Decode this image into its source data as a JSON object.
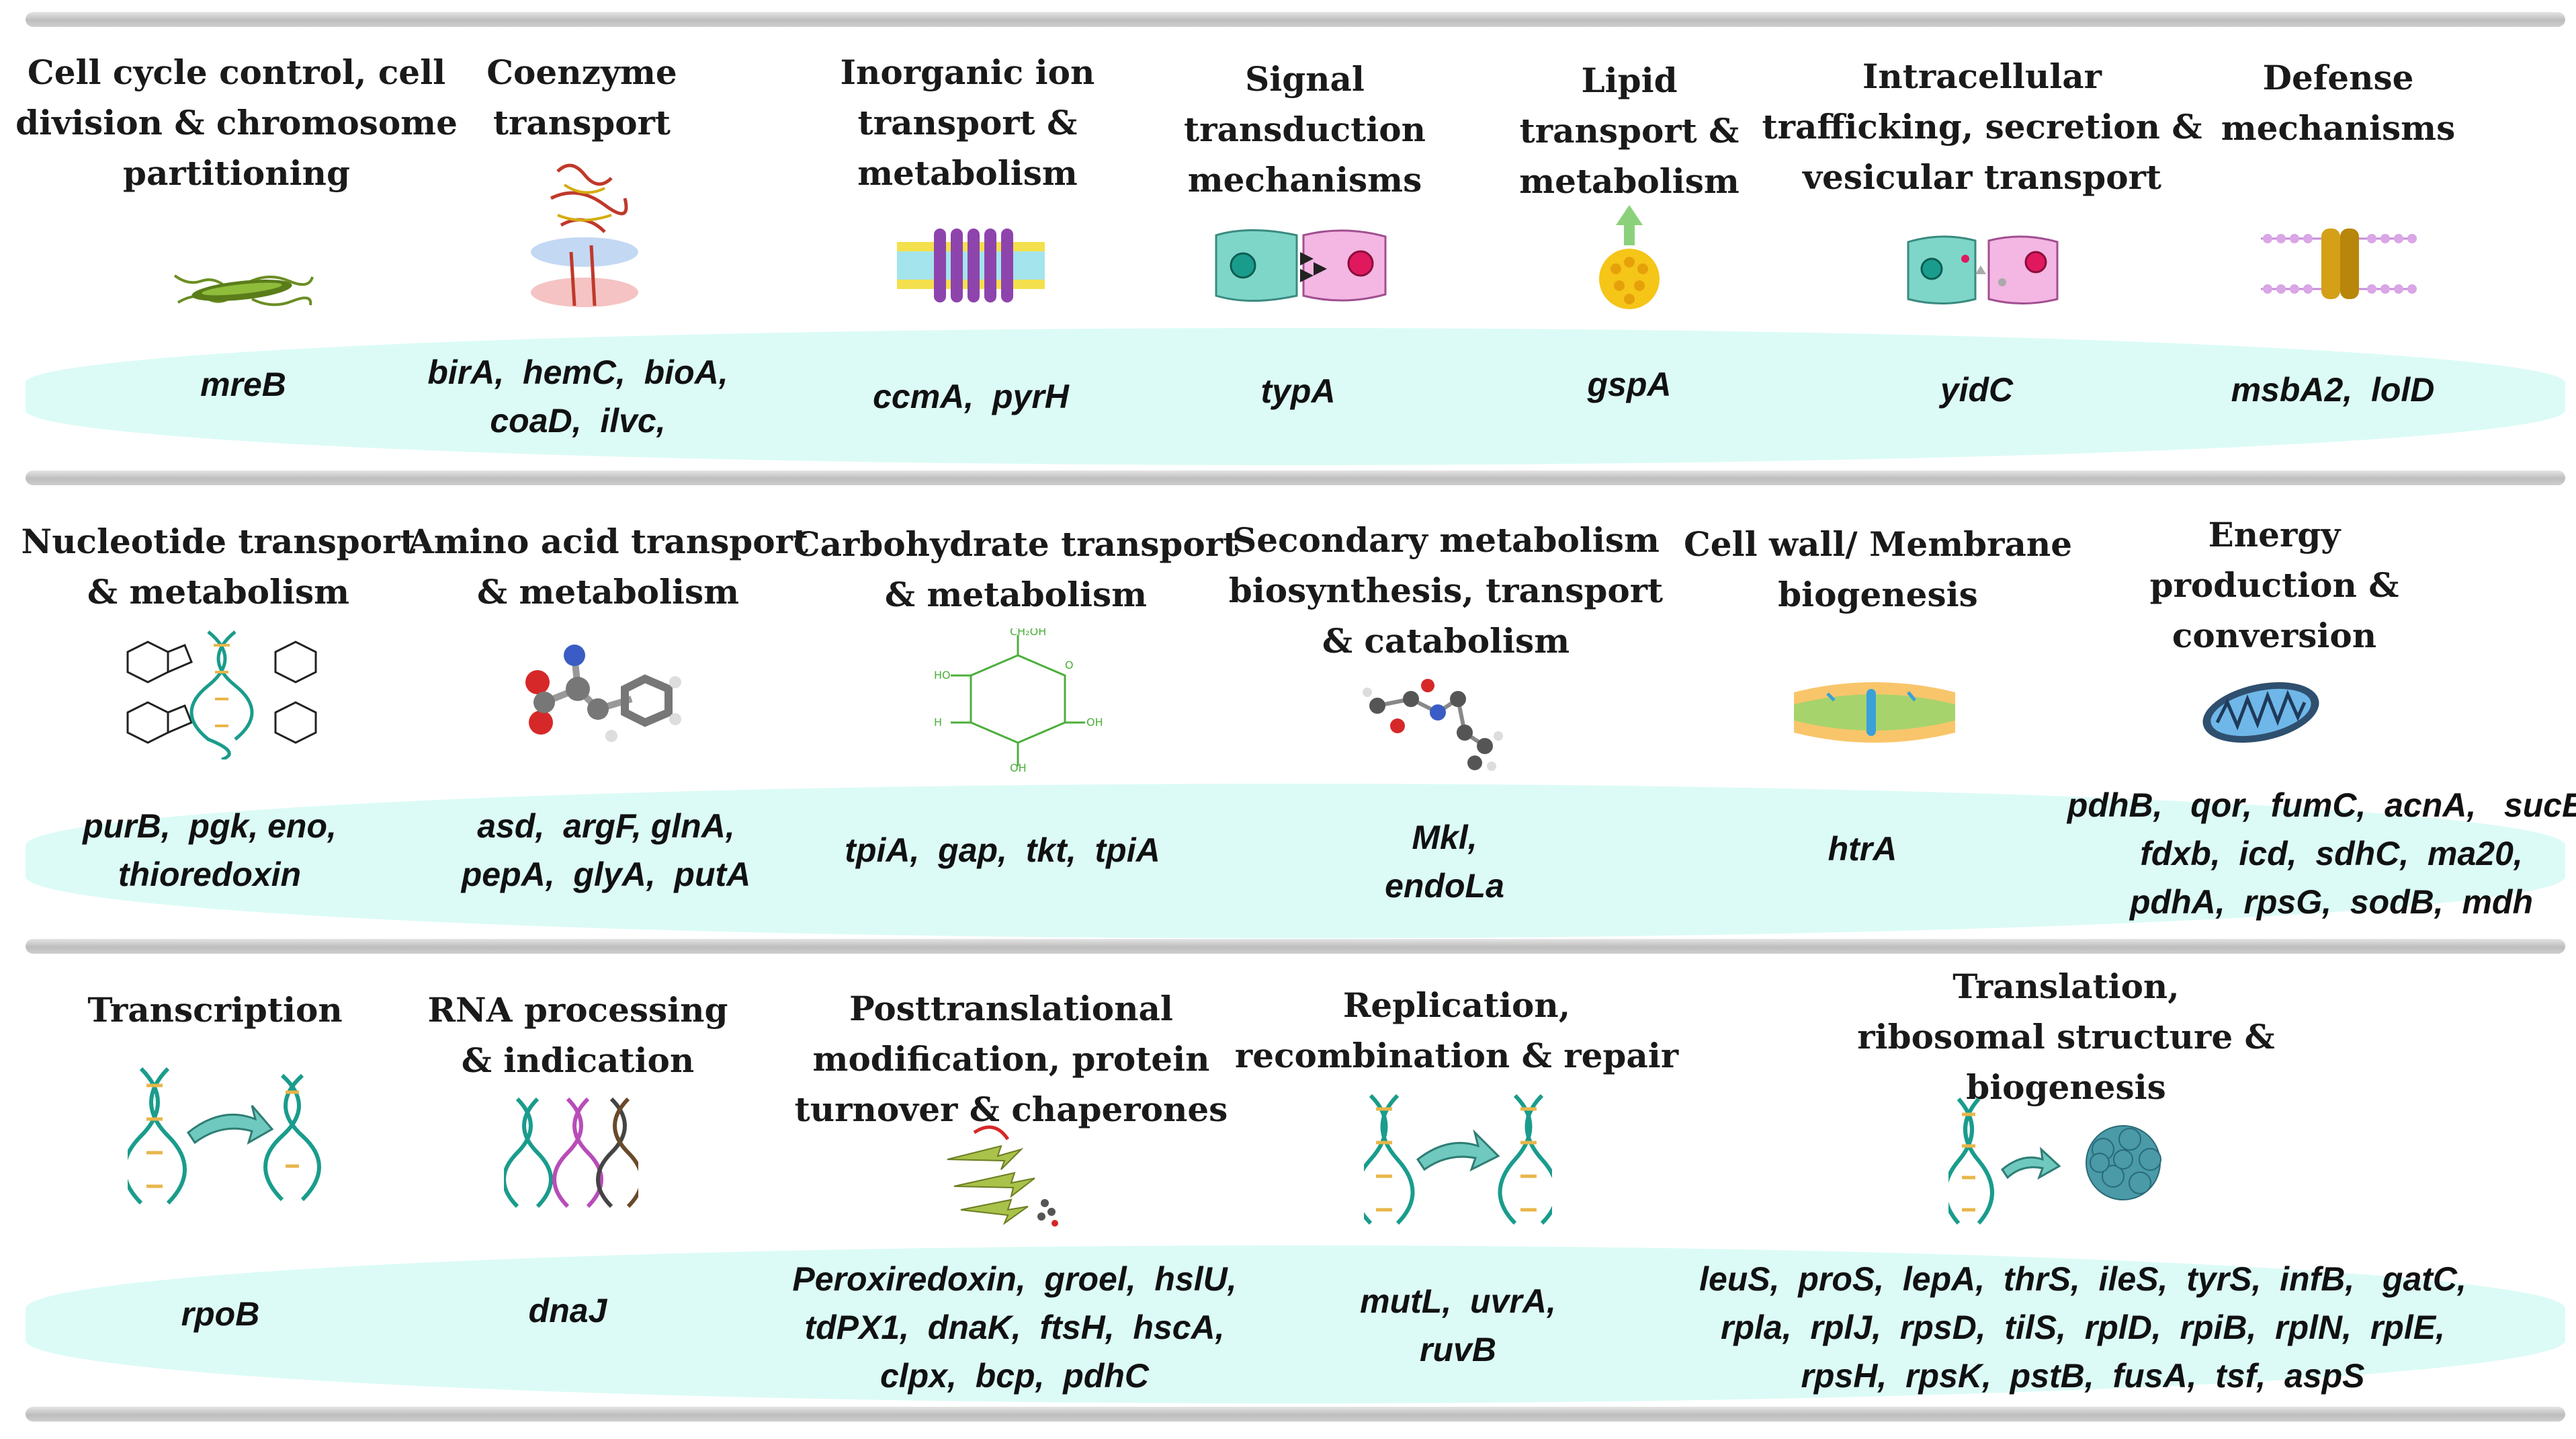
{
  "rows": [
    {
      "categories": [
        {
          "title": "Cell cycle control, cell\ndivision & chromosome\npartitioning",
          "genes": "mreB",
          "icon": "bacteria-icon"
        },
        {
          "title": "Coenzyme\ntransport",
          "genes": "birA,  hemC,  bioA,\ncoaD,  ilvc,",
          "icon": "protein-structure-icon"
        },
        {
          "title": "Inorganic ion\ntransport &\nmetabolism",
          "genes": "ccmA,  pyrH",
          "icon": "membrane-channel-icon"
        },
        {
          "title": "Signal\ntransduction\nmechanisms",
          "genes": "typA",
          "icon": "cell-signaling-icon"
        },
        {
          "title": "Lipid\ntransport &\nmetabolism",
          "genes": "gspA",
          "icon": "lipid-vesicle-icon"
        },
        {
          "title": "Intracellular\ntrafficking, secretion &\nvesicular transport",
          "genes": "yidC",
          "icon": "vesicle-transport-icon"
        },
        {
          "title": "Defense\nmechanisms",
          "genes": "msbA2,  lolD",
          "icon": "membrane-pump-icon"
        }
      ]
    },
    {
      "categories": [
        {
          "title": "Nucleotide transport\n& metabolism",
          "genes": "purB,  pgk, eno,\nthioredoxin",
          "icon": "nucleotide-structures-icon"
        },
        {
          "title": "Amino acid transport\n& metabolism",
          "genes": "asd,  argF, glnA,\npepA,  glyA,  putA",
          "icon": "amino-acid-molecule-icon"
        },
        {
          "title": "Carbohydrate transport\n& metabolism",
          "genes": "tpiA,  gap,  tkt,  tpiA",
          "icon": "sugar-ring-icon"
        },
        {
          "title": "Secondary metabolism\nbiosynthesis, transport\n& catabolism",
          "genes": "Mkl,\nendoLa",
          "icon": "small-molecule-icon"
        },
        {
          "title": "Cell wall/ Membrane\nbiogenesis",
          "genes": "htrA",
          "icon": "lipid-bilayer-icon"
        },
        {
          "title": "Energy\nproduction &\nconversion",
          "genes": "pdhB,   qor,  fumC,  acnA,   sucB,\nfdxb,  icd,  sdhC,  ma20,\npdhA,  rpsG,  sodB,  mdh",
          "icon": "mitochondrion-icon"
        }
      ]
    },
    {
      "categories": [
        {
          "title": "Transcription",
          "genes": "rpoB",
          "icon": "dna-transcription-icon"
        },
        {
          "title": "RNA processing\n& indication",
          "genes": "dnaJ",
          "icon": "rna-strands-icon"
        },
        {
          "title": "Posttranslational\nmodification, protein\nturnover & chaperones",
          "genes": "Peroxiredoxin,  groel,  hslU,\ntdPX1,  dnaK,  ftsH,  hscA,\nclpx,  bcp,  pdhC",
          "icon": "protein-ribbon-icon"
        },
        {
          "title": "Replication,\nrecombination & repair",
          "genes": "mutL,  uvrA,\nruvB",
          "icon": "dna-replication-icon"
        },
        {
          "title": "Translation,\nribosomal structure &\nbiogenesis",
          "genes": "leuS,  proS,  lepA,  thrS,  ileS,  tyrS,  infB,   gatC,\nrpla,  rplJ,  rpsD,  tilS,  rplD,  rpiB,  rplN,  rplE,\nrpsH,  rpsK,  pstB,  fusA,  tsf,  aspS",
          "icon": "dna-to-protein-icon"
        }
      ]
    }
  ]
}
